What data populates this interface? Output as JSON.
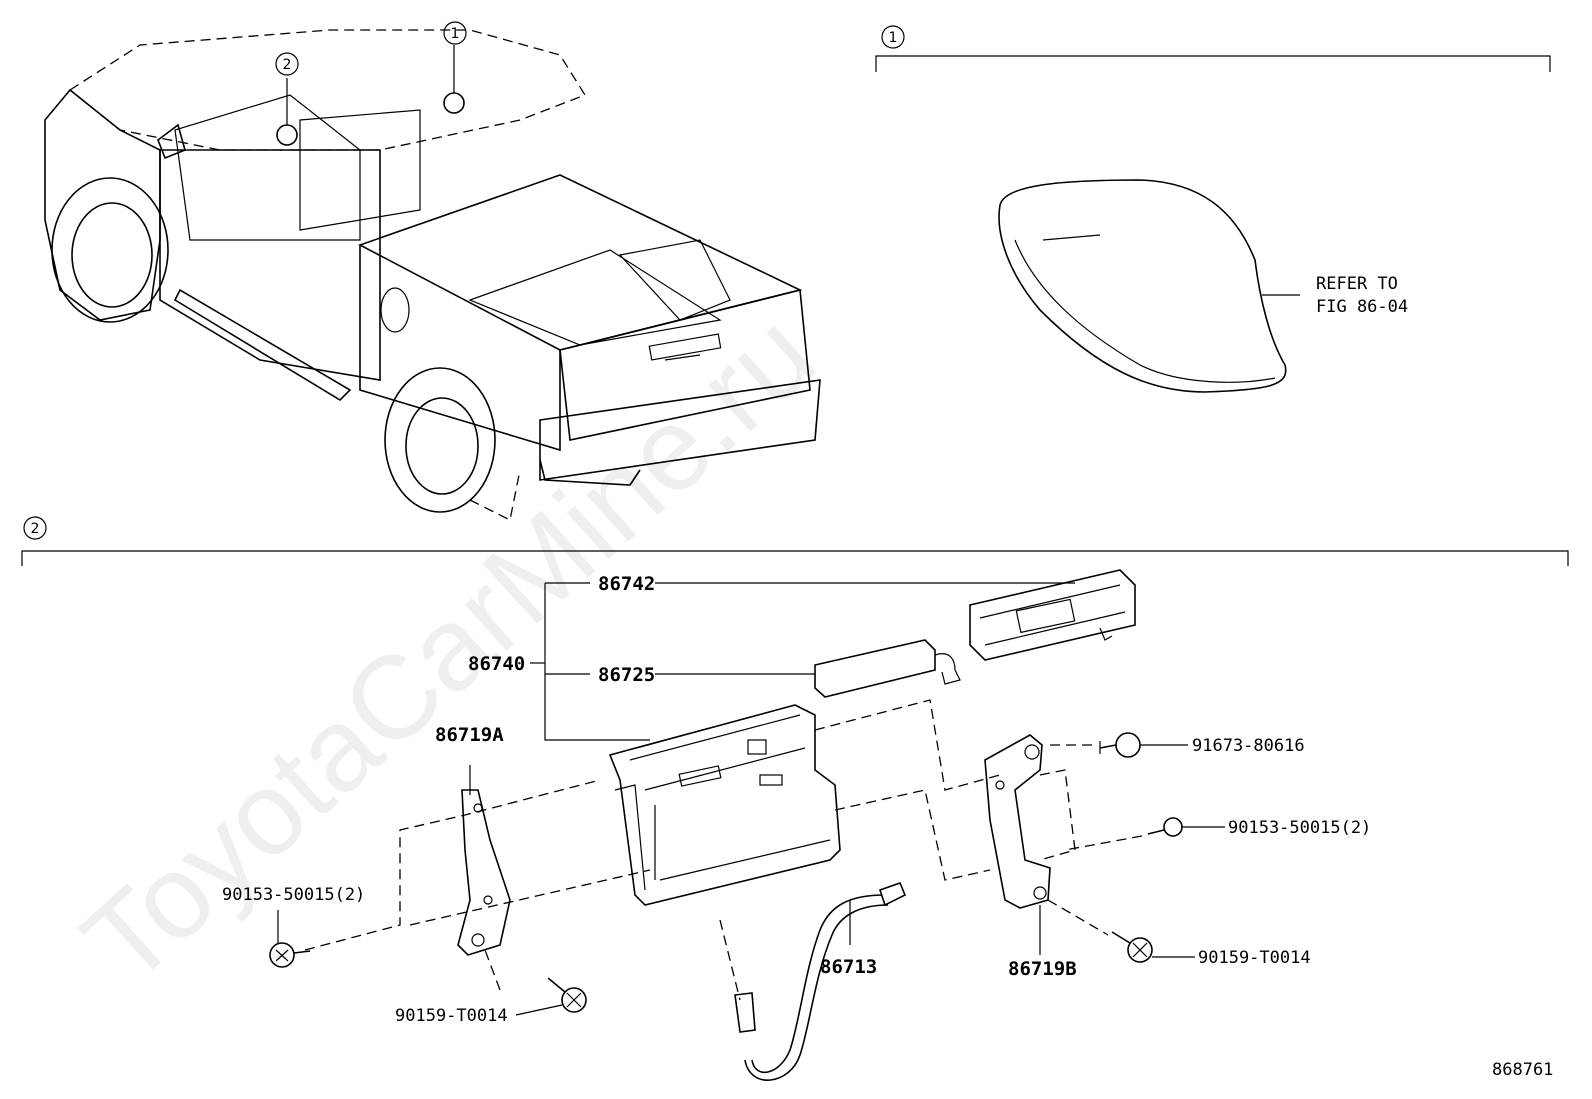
{
  "watermark": "ToyotaCarMine.ru",
  "sections": [
    {
      "number": "1"
    },
    {
      "number": "2"
    }
  ],
  "vehicle_callouts": [
    "1",
    "2"
  ],
  "reference_note": {
    "line1": "REFER TO",
    "line2": "FIG 86-04"
  },
  "parts": {
    "p86742": "86742",
    "p86740": "86740",
    "p86725": "86725",
    "p86719A": "86719A",
    "p86719B": "86719B",
    "p86713": "86713",
    "p91673": "91673-80616",
    "p90153_left": "90153-50015(2)",
    "p90153_right": "90153-50015(2)",
    "p90159_left": "90159-T0014",
    "p90159_right": "90159-T0014"
  },
  "figure_id": "868761"
}
